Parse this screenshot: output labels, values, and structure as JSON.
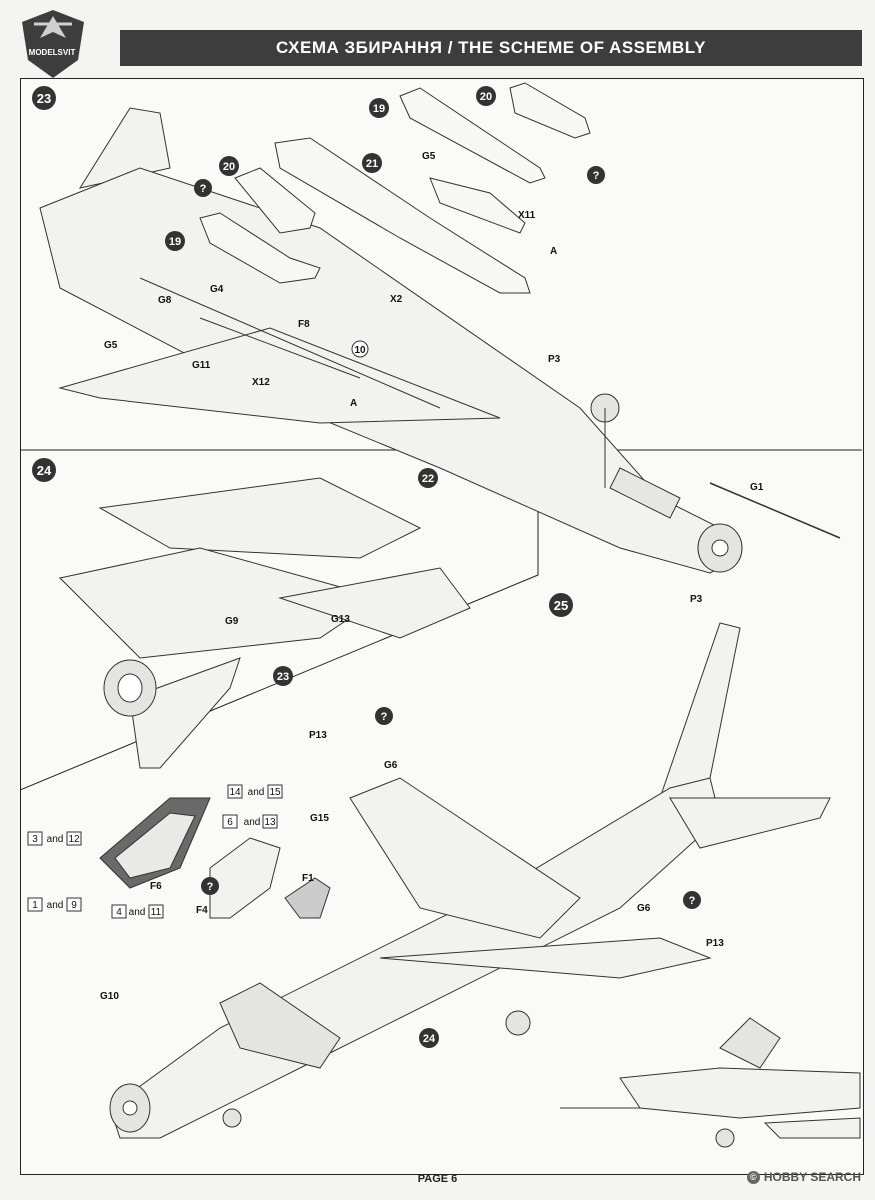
{
  "header": {
    "title": "СХЕМА ЗБИРАННЯ / THE SCHEME OF ASSEMBLY",
    "logo_text": "MODELSVIT"
  },
  "steps": {
    "s23": "23",
    "s24": "24",
    "s25": "25"
  },
  "step23": {
    "parts": {
      "p19a": "19",
      "p20a": "20",
      "p21": "21",
      "p19b": "19",
      "p20b": "20",
      "p22": "22",
      "p10": "10"
    },
    "labels": {
      "g5a": "G5",
      "x11": "X11",
      "a1": "A",
      "g4": "G4",
      "g8": "G8",
      "x2": "X2",
      "f8": "F8",
      "g5b": "G5",
      "g11": "G11",
      "x12": "X12",
      "a2": "A",
      "p3": "P3",
      "g1": "G1"
    },
    "question": "?"
  },
  "step24": {
    "labels": {
      "g9": "G9",
      "g13": "G13"
    },
    "ref": "23"
  },
  "step25": {
    "labels": {
      "p3": "P3",
      "p13a": "P13",
      "g6a": "G6",
      "g15": "G15",
      "f6": "F6",
      "f4": "F4",
      "f1": "F1",
      "g6b": "G6",
      "p13b": "P13",
      "g10": "G10"
    },
    "ref": "24",
    "part_refs": {
      "a": "14",
      "a_and": "and",
      "a2": "15",
      "b": "6",
      "b_and": "and",
      "b2": "13",
      "c": "3",
      "c_and": "and",
      "c2": "12",
      "d": "1",
      "d_and": "and",
      "d2": "9",
      "e": "4",
      "e_and": "and",
      "e2": "11"
    }
  },
  "footer": {
    "page": "PAGE 6",
    "watermark": "HOBBY SEARCH",
    "wm_icon": "©"
  }
}
